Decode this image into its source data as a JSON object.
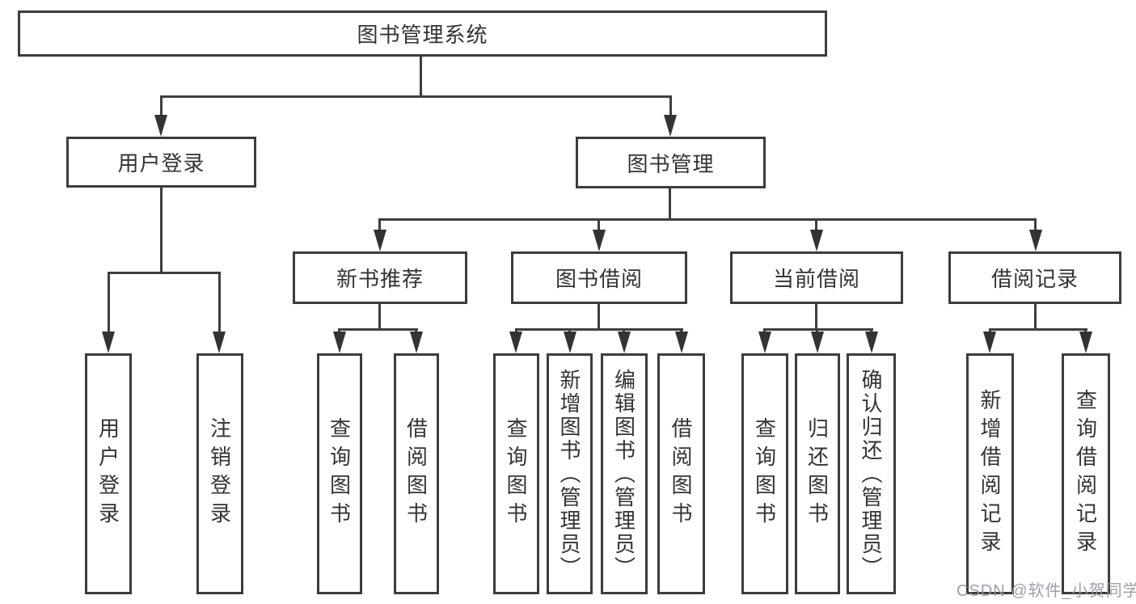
{
  "nodes": {
    "root": {
      "label": "图书管理系统"
    },
    "user_login": {
      "label": "用户登录"
    },
    "book_mgmt": {
      "label": "图书管理"
    },
    "ul_login": {
      "label": "用户登录"
    },
    "ul_logout": {
      "label": "注销登录"
    },
    "new_book_rec": {
      "label": "新书推荐"
    },
    "book_borrow": {
      "label": "图书借阅"
    },
    "current_borrow": {
      "label": "当前借阅"
    },
    "borrow_records": {
      "label": "借阅记录"
    },
    "nb_query": {
      "label": "查询图书"
    },
    "nb_borrow": {
      "label": "借阅图书"
    },
    "bb_query": {
      "label": "查询图书"
    },
    "bb_add": {
      "label": "新增图书（管理员）"
    },
    "bb_edit": {
      "label": "编辑图书（管理员）"
    },
    "bb_borrow": {
      "label": "借阅图书"
    },
    "cb_query": {
      "label": "查询图书"
    },
    "cb_return": {
      "label": "归还图书"
    },
    "cb_confirm": {
      "label": "确认归还（管理员）"
    },
    "br_add": {
      "label": "新增借阅记录"
    },
    "br_query": {
      "label": "查询借阅记录"
    }
  },
  "colors": {
    "line": "#3e3e3e",
    "text": "#333333",
    "watermark_text_color": "#94989e"
  },
  "watermark": {
    "text": "CSDN @软件_小贺同学"
  }
}
